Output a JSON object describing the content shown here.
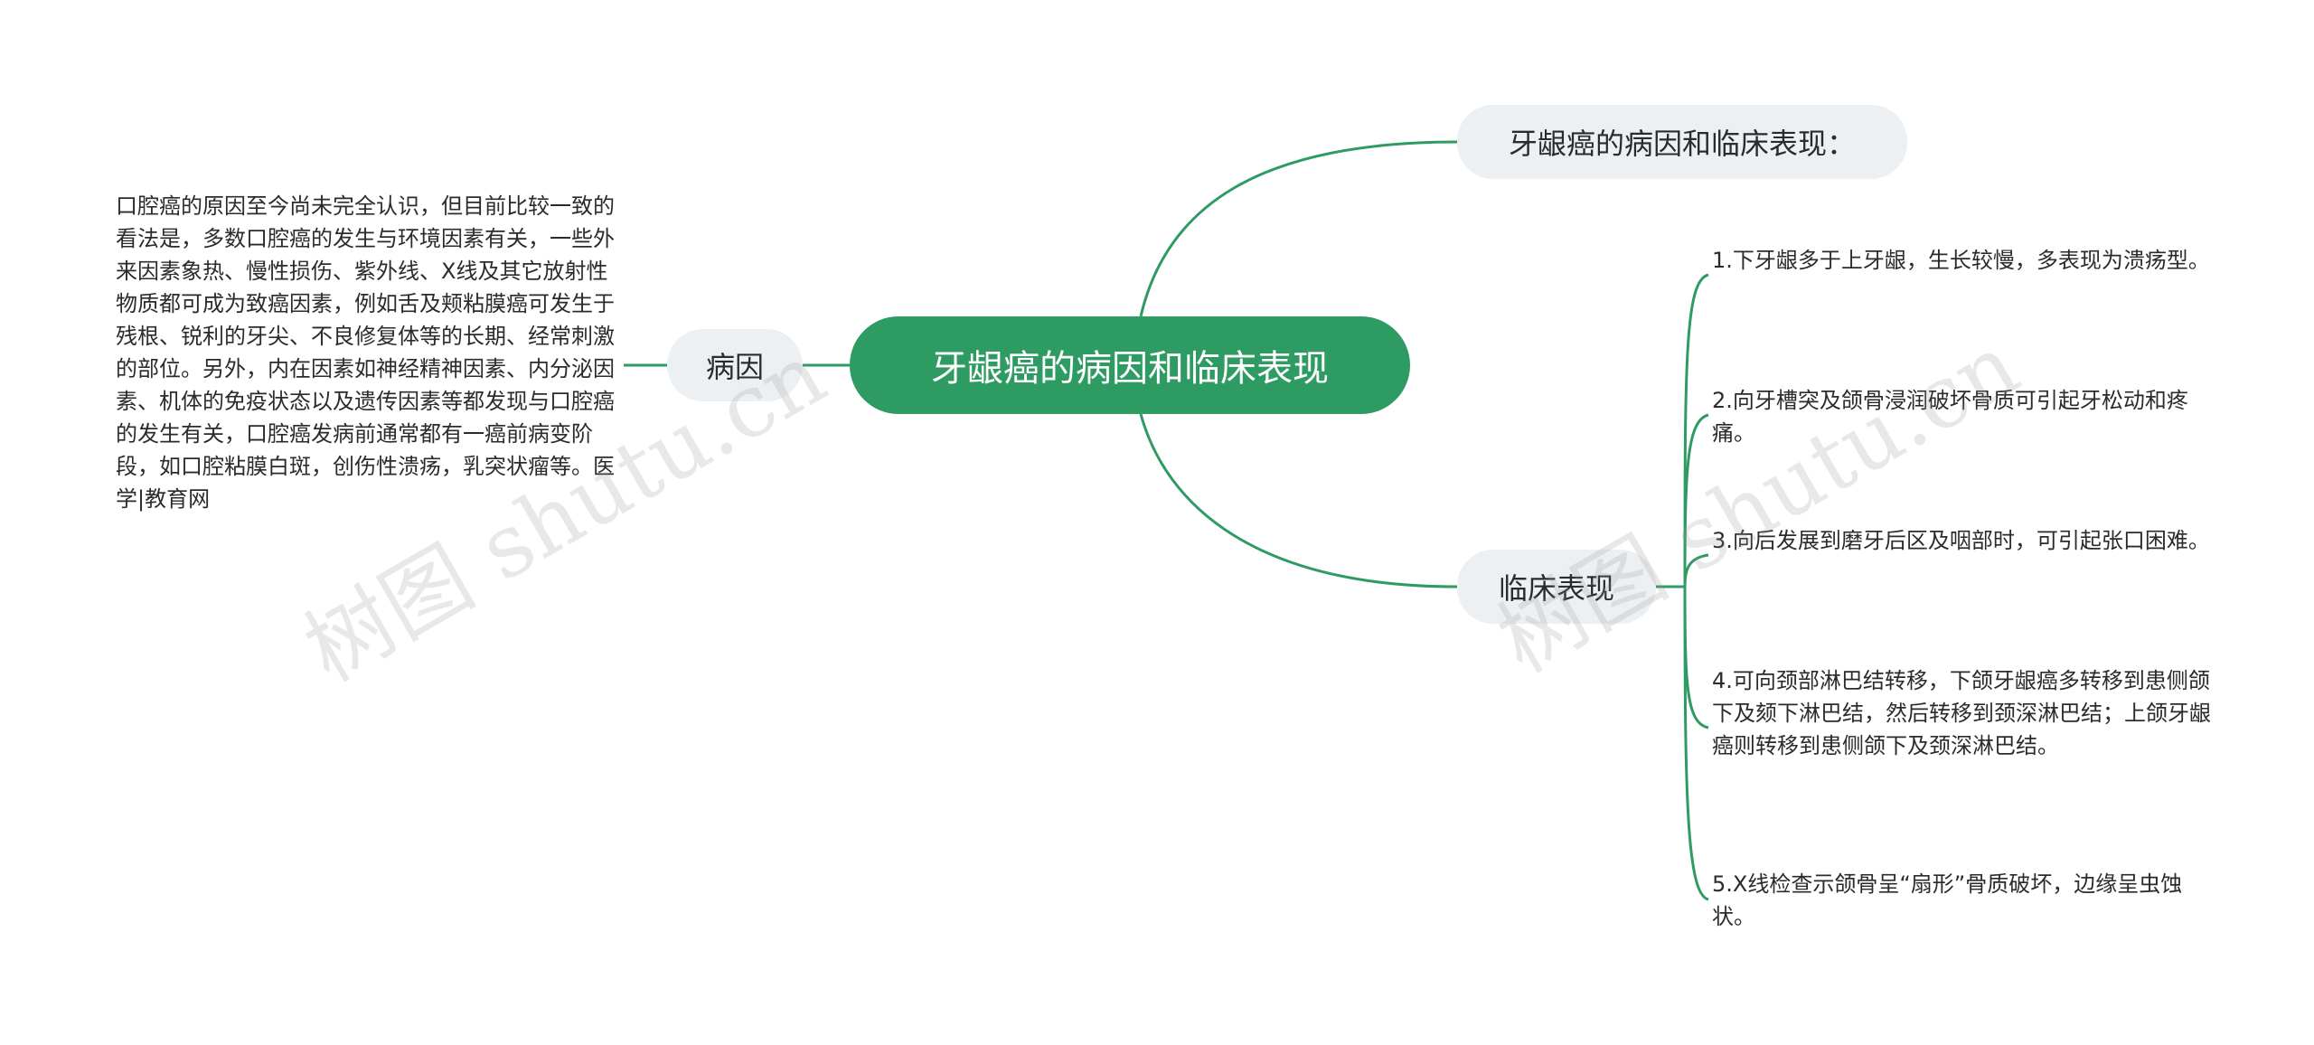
{
  "root": {
    "label": "牙龈癌的病因和临床表现"
  },
  "branches": {
    "title_node": {
      "label": "牙龈癌的病因和临床表现："
    },
    "cause": {
      "label": "病因",
      "text": "口腔癌的原因至今尚未完全认识，但目前比较一致的看法是，多数口腔癌的发生与环境因素有关，一些外来因素象热、慢性损伤、紫外线、X线及其它放射性物质都可成为致癌因素，例如舌及颊粘膜癌可发生于残根、锐利的牙尖、不良修复体等的长期、经常刺激的部位。另外，内在因素如神经精神因素、内分泌因素、机体的免疫状态以及遗传因素等都发现与口腔癌的发生有关，口腔癌发病前通常都有一癌前病变阶段，如口腔粘膜白斑，创伤性溃疡，乳突状瘤等。医学|教育网"
    },
    "clinical": {
      "label": "临床表现",
      "items": [
        "1.下牙龈多于上牙龈，生长较慢，多表现为溃疡型。",
        "2.向牙槽突及颌骨浸润破坏骨质可引起牙松动和疼痛。",
        "3.向后发展到磨牙后区及咽部时，可引起张口困难。",
        "4.可向颈部淋巴结转移，下颌牙龈癌多转移到患侧颌下及颏下淋巴结，然后转移到颈深淋巴结；上颌牙龈癌则转移到患侧颌下及颈深淋巴结。",
        "5.X线检查示颌骨呈“扇形”骨质破坏，边缘呈虫蚀状。"
      ]
    }
  },
  "watermark": "树图 shutu.cn",
  "colors": {
    "accent": "#2e9b63",
    "pill_bg": "#edf0f3",
    "line": "#2e9b63"
  }
}
